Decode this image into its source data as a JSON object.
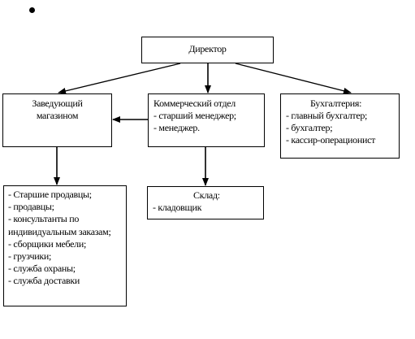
{
  "director": {
    "title": "Директор"
  },
  "store_manager": {
    "lines": [
      "Заведующий",
      "магазином"
    ]
  },
  "commercial": {
    "title": "Коммерческий отдел",
    "items": [
      "- старший менеджер;",
      "- менеджер."
    ]
  },
  "accounting": {
    "title": "Бухгалтерия:",
    "items": [
      "- главный бухгалтер;",
      "- бухгалтер;",
      "- кассир-операционист"
    ]
  },
  "store_staff": {
    "items": [
      "- Старшие продавцы;",
      "- продавцы;",
      "- консультанты по индивидуальным заказам;",
      "- сборщики мебели;",
      "- грузчики;",
      "- служба охраны;",
      "- служба доставки"
    ]
  },
  "warehouse": {
    "title": "Склад:",
    "items": [
      "- кладовщик"
    ]
  }
}
